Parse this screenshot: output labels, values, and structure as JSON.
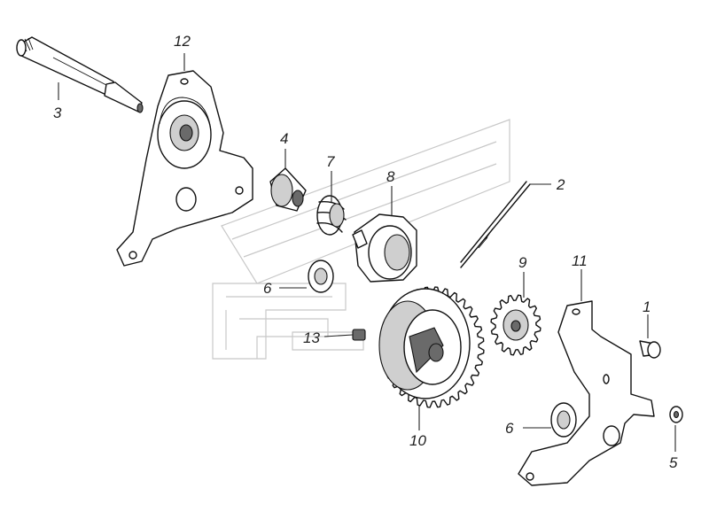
{
  "parts": [
    {
      "id": "callout-1",
      "text": "1"
    },
    {
      "id": "callout-2",
      "text": "2"
    },
    {
      "id": "callout-3",
      "text": "3"
    },
    {
      "id": "callout-4",
      "text": "4"
    },
    {
      "id": "callout-5",
      "text": "5"
    },
    {
      "id": "callout-6a",
      "text": "6"
    },
    {
      "id": "callout-6b",
      "text": "6"
    },
    {
      "id": "callout-7",
      "text": "7"
    },
    {
      "id": "callout-8",
      "text": "8"
    },
    {
      "id": "callout-9",
      "text": "9"
    },
    {
      "id": "callout-10",
      "text": "10"
    },
    {
      "id": "callout-11",
      "text": "11"
    },
    {
      "id": "callout-12",
      "text": "12"
    },
    {
      "id": "callout-13",
      "text": "13"
    }
  ]
}
